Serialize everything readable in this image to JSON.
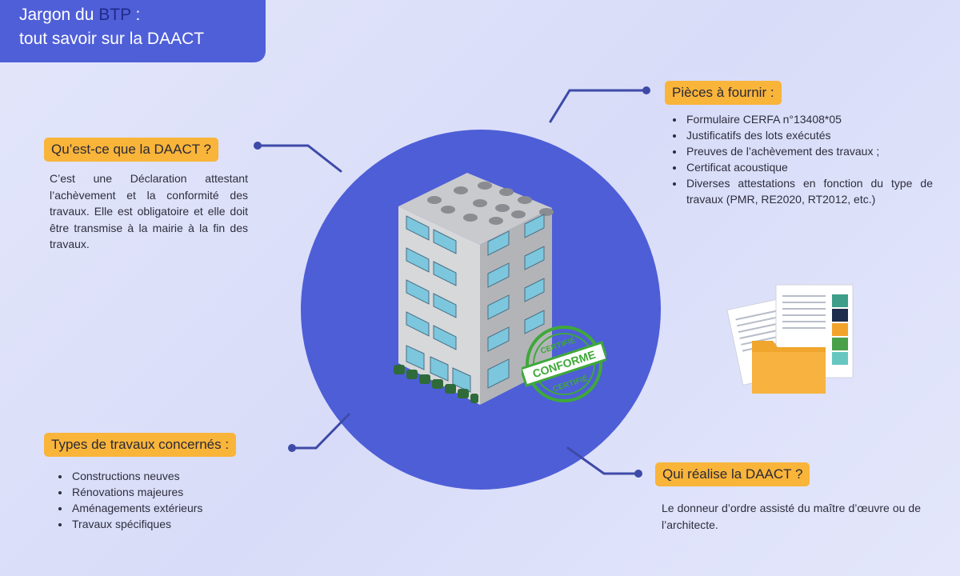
{
  "title": {
    "line1_prefix": "Jargon du ",
    "line1_accent": "BTP",
    "line1_suffix": " :",
    "line2": "tout savoir sur la DAACT"
  },
  "sections": {
    "what": {
      "heading": "Qu’est-ce que la DAACT ?",
      "text": "C’est une Déclaration attestant l’achèvement et la conformité des travaux. Elle est obligatoire et elle doit être transmise à la mairie à la fin des travaux."
    },
    "documents": {
      "heading": "Pièces à fournir :",
      "items": [
        "Formulaire CERFA n°13408*05",
        "Justificatifs des lots exécutés",
        "Preuves de l’achèvement des travaux ;",
        "Certificat acoustique",
        "Diverses attestations en fonction du type de travaux (PMR, RE2020, RT2012, etc.)"
      ]
    },
    "types": {
      "heading": "Types de travaux concernés :",
      "items": [
        "Constructions neuves",
        "Rénovations majeures",
        "Aménagements extérieurs",
        "Travaux spécifiques"
      ]
    },
    "who": {
      "heading": "Qui réalise la DAACT ?",
      "text": "Le donneur d’ordre assisté du maître d’œuvre ou de l’architecte."
    }
  },
  "stamp": {
    "top": "CERTIFIÉ",
    "middle": "CONFORME",
    "bottom": "CERTIFIÉ"
  },
  "colors": {
    "accent_blue": "#4f5fd8",
    "circle_blue": "#4e5ed7",
    "label_orange": "#f9b43a",
    "connector": "#3d4aa8",
    "stamp_green": "#3fa83a"
  },
  "icons": {
    "building": "apartment-building-icon",
    "stamp": "certified-stamp-icon",
    "folder": "document-folder-icon"
  }
}
